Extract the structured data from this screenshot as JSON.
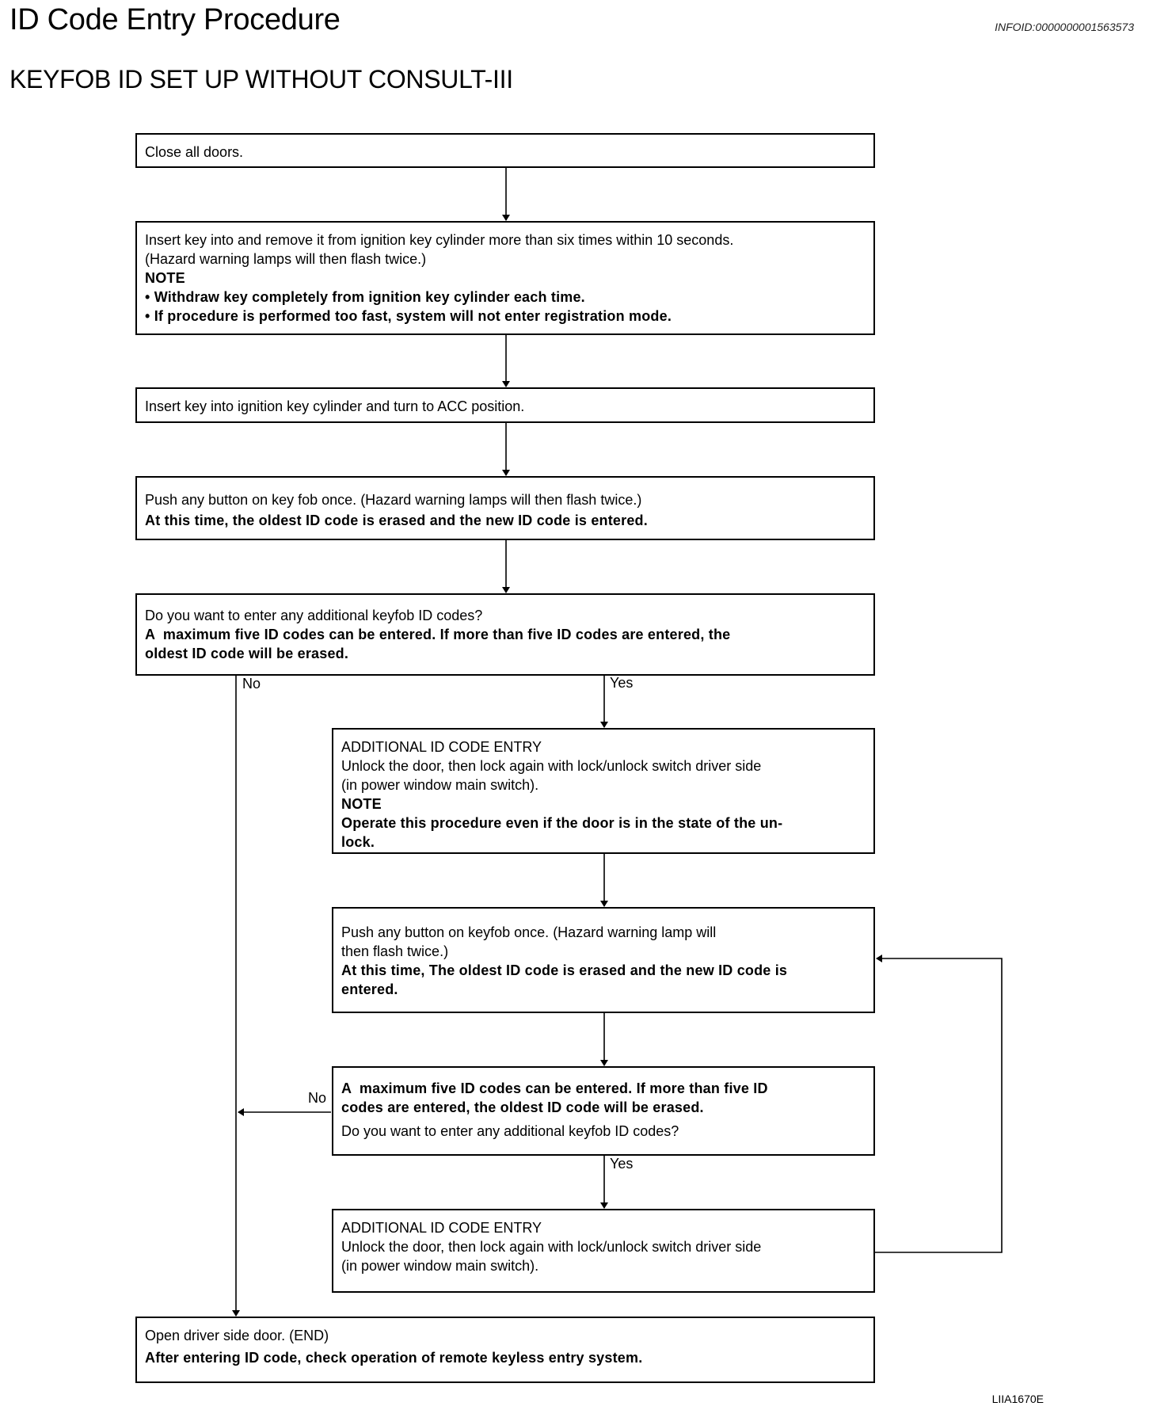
{
  "header": {
    "title": "ID Code Entry Procedure",
    "info_id": "INFOID:0000000001563573",
    "section_title": "KEYFOB ID SET UP WITHOUT CONSULT-III"
  },
  "steps": {
    "close_doors": {
      "text": "Close all doors."
    },
    "insert_remove": {
      "line1": "Insert key into and remove it from ignition key cylinder more than six times within 10 seconds.",
      "line2": "(Hazard warning lamps will then flash twice.)",
      "note_label": "NOTE",
      "note1": "• Withdraw key completely from ignition key cylinder each time.",
      "note2": "• If procedure is performed too fast, system will not enter registration mode."
    },
    "insert_acc": {
      "text": "Insert key into ignition key cylinder and turn to ACC position."
    },
    "push_button_first": {
      "line1": "Push any button on key fob once. (Hazard warning lamps will then flash twice.)",
      "line2": "At this time, the oldest ID code is erased and the new ID code is entered."
    },
    "decision_first": {
      "question": "Do you want to enter any additional keyfob ID codes?",
      "note1": "A  maximum five ID codes can be entered. If more than five ID codes are entered, the",
      "note2": "oldest ID code will be erased."
    },
    "additional_entry_first": {
      "heading": "ADDITIONAL ID CODE ENTRY",
      "line1": "Unlock the door, then lock again with lock/unlock switch driver side",
      "line2": "(in power window main switch).",
      "note_label": "NOTE",
      "note1": "Operate this procedure even if the door is in the state of the un-",
      "note2": "lock."
    },
    "push_button_loop": {
      "line1": "Push any button on keyfob once. (Hazard warning lamp will",
      "line2": "then flash twice.)",
      "line3": "At this time, The oldest ID code is erased and the new ID code is",
      "line4": "entered."
    },
    "decision_loop": {
      "note1": "A  maximum five ID codes can be entered. If more than five ID",
      "note2": "codes are entered, the oldest ID code will be erased.",
      "question": "Do you want to enter any additional keyfob ID codes?"
    },
    "additional_entry_loop": {
      "heading": "ADDITIONAL ID CODE ENTRY",
      "line1": "Unlock the door, then lock again with lock/unlock switch driver side",
      "line2": "(in power window main switch)."
    },
    "end": {
      "line1": "Open driver side door. (END)",
      "line2": "After entering ID code, check operation of remote keyless entry system."
    }
  },
  "labels": {
    "no_first": "No",
    "yes_first": "Yes",
    "no_loop": "No",
    "yes_loop": "Yes"
  },
  "figure_id": "LIIA1670E"
}
